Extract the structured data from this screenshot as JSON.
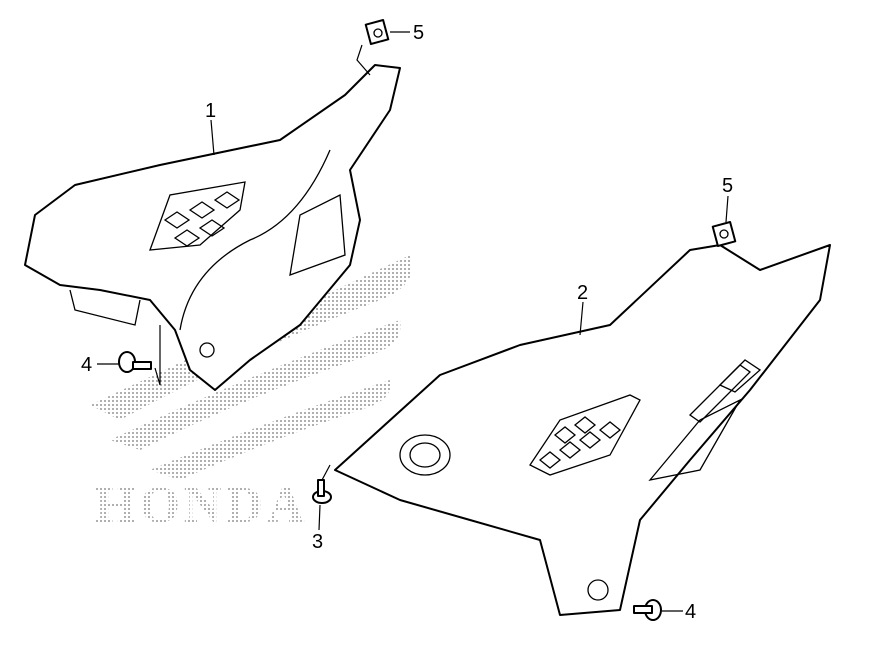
{
  "diagram": {
    "watermark": "HONDA",
    "callouts": [
      {
        "id": "callout-5-top",
        "label": "5"
      },
      {
        "id": "callout-1",
        "label": "1"
      },
      {
        "id": "callout-5-right",
        "label": "5"
      },
      {
        "id": "callout-2",
        "label": "2"
      },
      {
        "id": "callout-4-left",
        "label": "4"
      },
      {
        "id": "callout-3",
        "label": "3"
      },
      {
        "id": "callout-4-bottom",
        "label": "4"
      }
    ]
  }
}
